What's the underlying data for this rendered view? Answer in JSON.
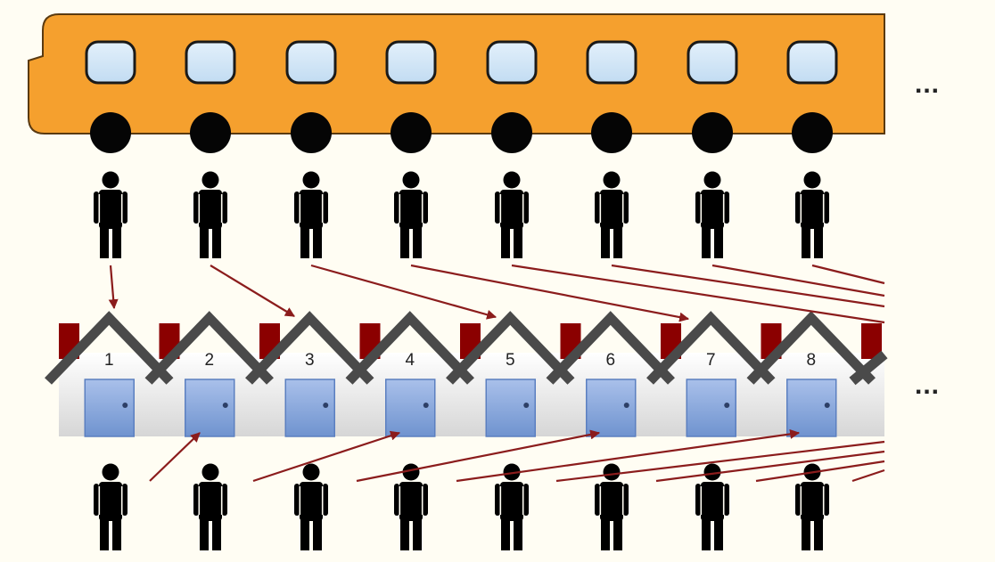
{
  "bus": {
    "color": "#f5a02e",
    "window_count": 8,
    "wheel_count": 8
  },
  "upper_people": {
    "count": 8
  },
  "houses": {
    "numbers": [
      "1",
      "2",
      "3",
      "4",
      "5",
      "6",
      "7",
      "8"
    ],
    "roof_color": "#4a4a4a",
    "chimney_color": "#8b0000",
    "door_color": "#7d9fd4"
  },
  "lower_people": {
    "count": 8
  },
  "arrows": {
    "color": "#8b1c1c"
  },
  "ellipsis_top": "...",
  "ellipsis_mid": "..."
}
